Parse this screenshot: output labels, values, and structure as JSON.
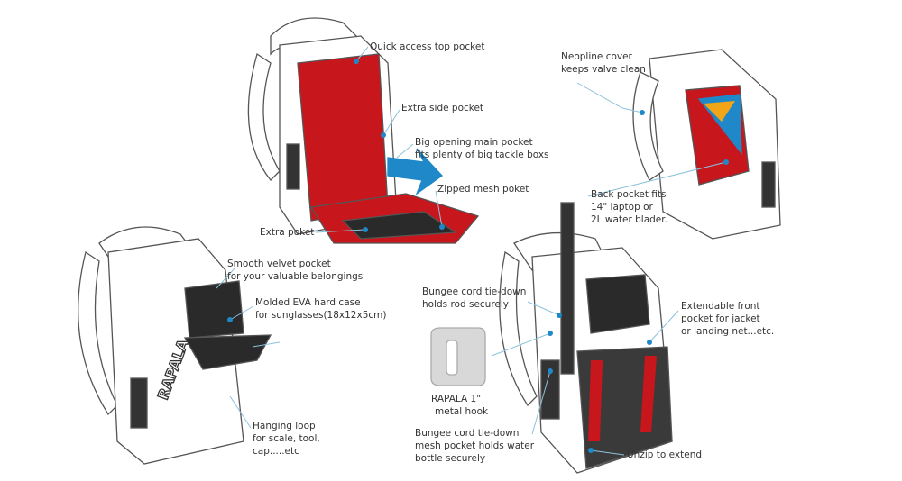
{
  "colors": {
    "accent": "#1e88c8",
    "leader": "#8cc2dc",
    "interior": "#c8161d",
    "dark": "#2a2a2a"
  },
  "callouts": {
    "top_pocket": [
      "Quick access top pocket"
    ],
    "side_pocket": [
      "Extra side pocket"
    ],
    "main_pocket": [
      "Big opening main pocket",
      "fits plenty of big tackle boxs"
    ],
    "mesh_pocket": [
      "Zipped mesh poket"
    ],
    "extra_pocket": [
      "Extra poket"
    ],
    "neopline": [
      "Neopline cover",
      "keeps valve clean"
    ],
    "back_pocket": [
      "Back pocket fits",
      "14\" laptop or",
      "2L water blader."
    ],
    "velvet": [
      "Smooth velvet pocket",
      "for your valuable belongings"
    ],
    "eva": [
      "Molded EVA hard case",
      "for sunglasses(18x12x5cm)"
    ],
    "hanging_loop": [
      "Hanging loop",
      "for scale, tool,",
      "cap.....etc"
    ],
    "bungee_rod": [
      "Bungee cord tie-down",
      "holds rod securely"
    ],
    "extendable": [
      "Extendable front",
      "pocket for jacket",
      "or landing net...etc."
    ],
    "hook": [
      "RAPALA  1\"",
      "metal hook"
    ],
    "bungee_mesh": [
      "Bungee cord tie-down",
      "mesh pocket holds water",
      "bottle securely"
    ],
    "unzip": [
      "Unzip to extend"
    ]
  },
  "logo_text": "RAPALA"
}
